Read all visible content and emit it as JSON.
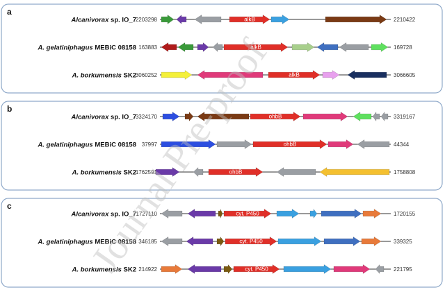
{
  "watermark": "Journal Pre-proof",
  "panels": [
    {
      "letter": "a",
      "rows": [
        {
          "italic": "Alcanivorax",
          "rest": " sp. IO_7",
          "left_coord": "2203298",
          "right_coord": "2210422",
          "genes": [
            {
              "s": 232,
              "e": 250,
              "dir": "R",
              "color": "#3a9a3a"
            },
            {
              "s": 254,
              "e": 268,
              "dir": "L",
              "color": "#6a3aa8"
            },
            {
              "s": 280,
              "e": 318,
              "dir": "L",
              "color": "#9a9ea3"
            },
            {
              "s": 330,
              "e": 388,
              "dir": "R",
              "color": "#e02f28",
              "label": "alkB"
            },
            {
              "s": 390,
              "e": 416,
              "dir": "R",
              "color": "#3aa0e0"
            },
            {
              "s": 468,
              "e": 556,
              "dir": "R",
              "color": "#7a3a14"
            }
          ]
        },
        {
          "italic": "A. gelatiniphagus",
          "rest": " MEBiC 08158",
          "left_coord": "163883",
          "right_coord": "169728",
          "genes": [
            {
              "s": 232,
              "e": 254,
              "dir": "L",
              "color": "#b01b1b"
            },
            {
              "s": 256,
              "e": 278,
              "dir": "L",
              "color": "#3a9a3a"
            },
            {
              "s": 284,
              "e": 300,
              "dir": "R",
              "color": "#6a3aa8"
            },
            {
              "s": 306,
              "e": 320,
              "dir": "L",
              "color": "#9a9ea3"
            },
            {
              "s": 322,
              "e": 414,
              "dir": "R",
              "color": "#e02f28",
              "label": "alkB"
            },
            {
              "s": 420,
              "e": 452,
              "dir": "R",
              "color": "#a8cf8c"
            },
            {
              "s": 456,
              "e": 486,
              "dir": "L",
              "color": "#3f6fc0"
            },
            {
              "s": 488,
              "e": 530,
              "dir": "L",
              "color": "#9a9ea3"
            },
            {
              "s": 534,
              "e": 558,
              "dir": "R",
              "color": "#5fe05f"
            }
          ]
        },
        {
          "italic": "A. borkumensis",
          "rest": " SK2",
          "left_coord": "3060252",
          "right_coord": "3066605",
          "genes": [
            {
              "s": 232,
              "e": 276,
              "dir": "R",
              "color": "#f4f03a"
            },
            {
              "s": 284,
              "e": 378,
              "dir": "L",
              "color": "#e03a7a"
            },
            {
              "s": 386,
              "e": 460,
              "dir": "R",
              "color": "#e02f28",
              "label": "alkB"
            },
            {
              "s": 464,
              "e": 488,
              "dir": "R",
              "color": "#e8a0ee"
            },
            {
              "s": 500,
              "e": 556,
              "dir": "L",
              "color": "#1a3060"
            }
          ]
        }
      ]
    },
    {
      "letter": "b",
      "rows": [
        {
          "italic": "Alcanivorax",
          "rest": " sp. IO_7",
          "left_coord": "3324170",
          "right_coord": "3319167",
          "genes": [
            {
              "s": 234,
              "e": 258,
              "dir": "R",
              "color": "#2c4ee0"
            },
            {
              "s": 266,
              "e": 278,
              "dir": "R",
              "color": "#7a3a14"
            },
            {
              "s": 284,
              "e": 358,
              "dir": "L",
              "color": "#7a3a14"
            },
            {
              "s": 360,
              "e": 432,
              "dir": "R",
              "color": "#e02f28",
              "label": "ohbB"
            },
            {
              "s": 436,
              "e": 500,
              "dir": "R",
              "color": "#e03a7a"
            },
            {
              "s": 508,
              "e": 534,
              "dir": "L",
              "color": "#5fe05f"
            },
            {
              "s": 536,
              "e": 546,
              "dir": "L",
              "color": "#9a9ea3"
            },
            {
              "s": 548,
              "e": 558,
              "dir": "L",
              "color": "#9a9ea3"
            }
          ]
        },
        {
          "italic": "A. gelatiniphagus",
          "rest": " MEBiC 08158",
          "left_coord": "37997",
          "right_coord": "44344",
          "genes": [
            {
              "s": 232,
              "e": 310,
              "dir": "R",
              "color": "#2c4ee0"
            },
            {
              "s": 312,
              "e": 362,
              "dir": "R",
              "color": "#9a9ea3"
            },
            {
              "s": 364,
              "e": 470,
              "dir": "R",
              "color": "#e02f28",
              "label": "ohbB"
            },
            {
              "s": 472,
              "e": 508,
              "dir": "R",
              "color": "#e03a7a"
            },
            {
              "s": 514,
              "e": 560,
              "dir": "L",
              "color": "#9a9ea3"
            }
          ]
        },
        {
          "italic": "A. borkumensis",
          "rest": " SK2",
          "left_coord": "1762591",
          "right_coord": "1758808",
          "genes": [
            {
              "s": 224,
              "e": 258,
              "dir": "R",
              "color": "#6a3aa8"
            },
            {
              "s": 278,
              "e": 292,
              "dir": "L",
              "color": "#9a9ea3"
            },
            {
              "s": 300,
              "e": 378,
              "dir": "R",
              "color": "#e02f28",
              "label": "ohbB"
            },
            {
              "s": 398,
              "e": 454,
              "dir": "L",
              "color": "#9a9ea3"
            },
            {
              "s": 460,
              "e": 560,
              "dir": "L",
              "color": "#f4c030"
            }
          ]
        }
      ]
    },
    {
      "letter": "c",
      "rows": [
        {
          "italic": "Alcanivorax",
          "rest": " sp. IO_7",
          "left_coord": "1727110",
          "right_coord": "1720155",
          "genes": [
            {
              "s": 232,
              "e": 262,
              "dir": "L",
              "color": "#9a9ea3"
            },
            {
              "s": 270,
              "e": 310,
              "dir": "L",
              "color": "#6a3aa8"
            },
            {
              "s": 314,
              "e": 320,
              "dir": "R",
              "color": "#7a5a10"
            },
            {
              "s": 322,
              "e": 390,
              "dir": "R",
              "color": "#e02f28",
              "label": "cyt. P450"
            },
            {
              "s": 398,
              "e": 430,
              "dir": "R",
              "color": "#3aa0e0"
            },
            {
              "s": 446,
              "e": 456,
              "dir": "R",
              "color": "#3aa0e0"
            },
            {
              "s": 462,
              "e": 520,
              "dir": "R",
              "color": "#3f6fc0"
            },
            {
              "s": 522,
              "e": 548,
              "dir": "R",
              "color": "#e87a3a"
            }
          ]
        },
        {
          "italic": "A. gelatiniphagus",
          "rest": " MEBiC 08158",
          "left_coord": "346185",
          "right_coord": "339325",
          "genes": [
            {
              "s": 232,
              "e": 262,
              "dir": "L",
              "color": "#9a9ea3"
            },
            {
              "s": 268,
              "e": 306,
              "dir": "L",
              "color": "#6a3aa8"
            },
            {
              "s": 312,
              "e": 322,
              "dir": "R",
              "color": "#7a5a10"
            },
            {
              "s": 324,
              "e": 398,
              "dir": "R",
              "color": "#e02f28",
              "label": "cyt. P450"
            },
            {
              "s": 400,
              "e": 462,
              "dir": "R",
              "color": "#3aa0e0"
            },
            {
              "s": 466,
              "e": 518,
              "dir": "R",
              "color": "#3f6fc0"
            },
            {
              "s": 520,
              "e": 548,
              "dir": "R",
              "color": "#e87a3a"
            }
          ]
        },
        {
          "italic": "A. borkumensis",
          "rest": " SK2",
          "left_coord": "214922",
          "right_coord": "221795",
          "genes": [
            {
              "s": 232,
              "e": 262,
              "dir": "R",
              "color": "#e87a3a"
            },
            {
              "s": 270,
              "e": 318,
              "dir": "L",
              "color": "#6a3aa8"
            },
            {
              "s": 322,
              "e": 334,
              "dir": "R",
              "color": "#7a5a10"
            },
            {
              "s": 336,
              "e": 402,
              "dir": "R",
              "color": "#e02f28",
              "label": "cyt. P450"
            },
            {
              "s": 408,
              "e": 476,
              "dir": "R",
              "color": "#3aa0e0"
            },
            {
              "s": 480,
              "e": 532,
              "dir": "R",
              "color": "#e03a7a"
            },
            {
              "s": 540,
              "e": 552,
              "dir": "L",
              "color": "#9a9ea3"
            }
          ]
        }
      ]
    }
  ]
}
